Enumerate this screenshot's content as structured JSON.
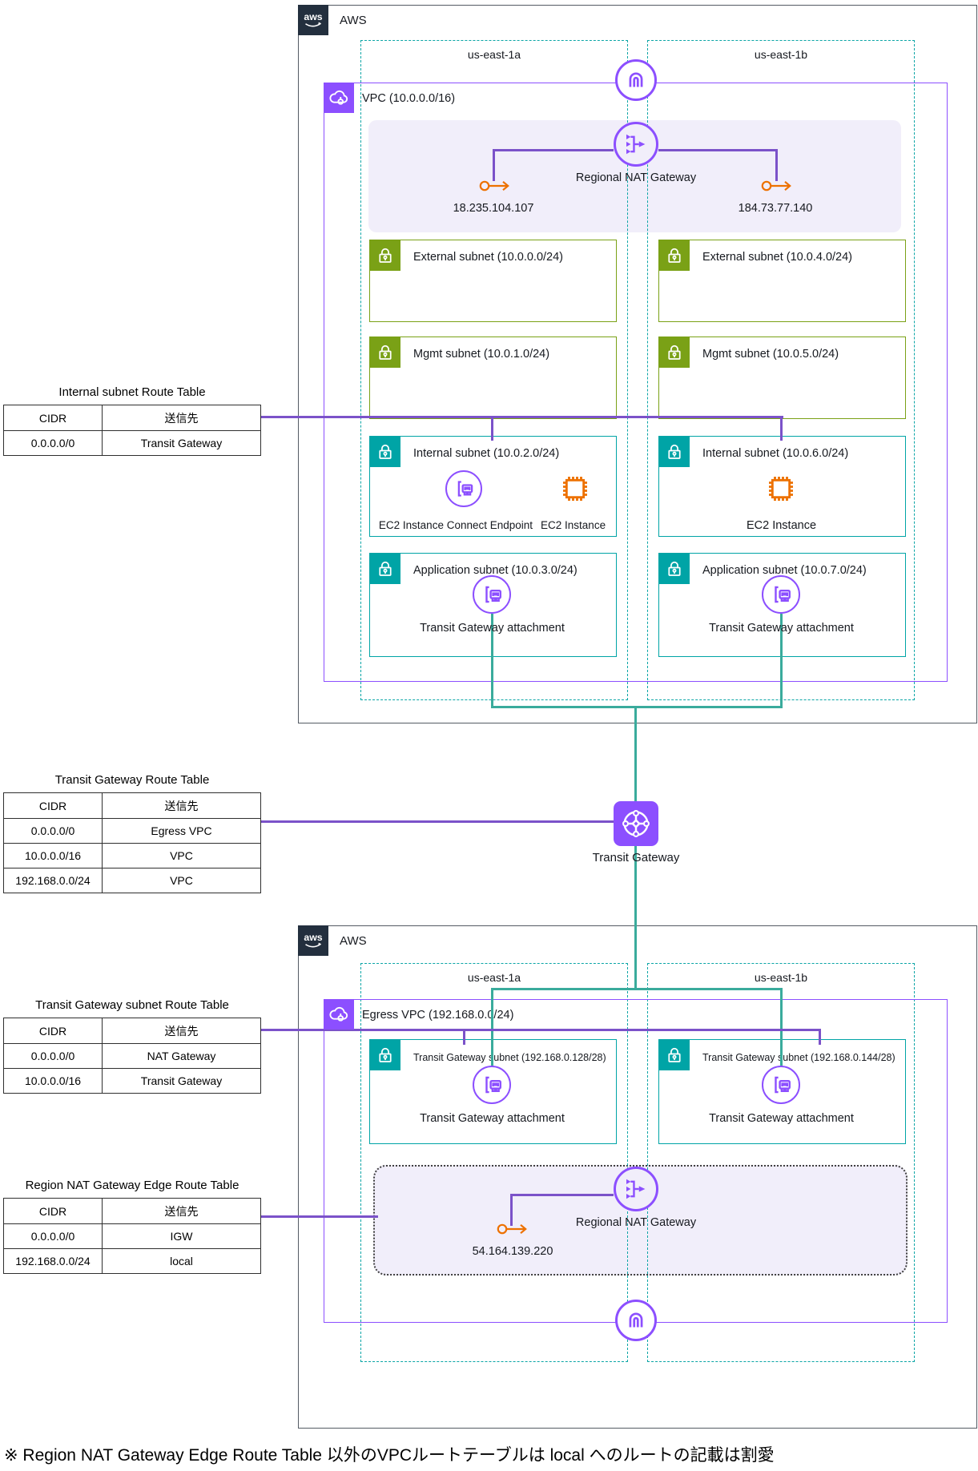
{
  "cols": {
    "cidr": "CIDR",
    "dest": "送信先"
  },
  "route_tables": {
    "internal": {
      "title": "Internal subnet Route Table",
      "rows": [
        {
          "cidr": "0.0.0.0/0",
          "dest": "Transit Gateway"
        }
      ]
    },
    "tgw": {
      "title": "Transit Gateway Route Table",
      "rows": [
        {
          "cidr": "0.0.0.0/0",
          "dest": "Egress VPC"
        },
        {
          "cidr": "10.0.0.0/16",
          "dest": "VPC"
        },
        {
          "cidr": "192.168.0.0/24",
          "dest": "VPC"
        }
      ]
    },
    "tgw_subnet": {
      "title": "Transit Gateway subnet Route Table",
      "rows": [
        {
          "cidr": "0.0.0.0/0",
          "dest": "NAT Gateway"
        },
        {
          "cidr": "10.0.0.0/16",
          "dest": "Transit Gateway"
        }
      ]
    },
    "edge": {
      "title": "Region NAT Gateway Edge Route Table",
      "rows": [
        {
          "cidr": "0.0.0.0/0",
          "dest": "IGW"
        },
        {
          "cidr": "192.168.0.0/24",
          "dest": "local"
        }
      ]
    }
  },
  "top": {
    "provider": "AWS",
    "az_a": "us-east-1a",
    "az_b": "us-east-1b",
    "vpc": "VPC (10.0.0.0/16)",
    "nat_label": "Regional NAT Gateway",
    "eip_a": "18.235.104.107",
    "eip_b": "184.73.77.140",
    "external_a": "External subnet (10.0.0.0/24)",
    "external_b": "External subnet (10.0.4.0/24)",
    "mgmt_a": "Mgmt subnet (10.0.1.0/24)",
    "mgmt_b": "Mgmt subnet (10.0.5.0/24)",
    "internal_a": "Internal subnet (10.0.2.0/24)",
    "internal_b": "Internal subnet (10.0.6.0/24)",
    "app_a": "Application subnet (10.0.3.0/24)",
    "app_b": "Application subnet (10.0.7.0/24)",
    "eice_label": "EC2 Instance Connect Endpoint",
    "ec2_label": "EC2 Instance",
    "attach_label": "Transit Gateway attachment"
  },
  "tgw_label": "Transit Gateway",
  "bottom": {
    "provider": "AWS",
    "az_a": "us-east-1a",
    "az_b": "us-east-1b",
    "vpc": "Egress VPC (192.168.0.0/24)",
    "subnet_a": "Transit Gateway subnet (192.168.0.128/28)",
    "subnet_b": "Transit Gateway subnet (192.168.0.144/28)",
    "attach_label": "Transit Gateway attachment",
    "nat_label": "Regional NAT Gateway",
    "eip": "54.164.139.220"
  },
  "note": "※ Region NAT Gateway Edge Route Table 以外のVPCルートテーブルは local へのルートの記載は割愛",
  "colors": {
    "aws_dark": "#232F3E",
    "purple": "#8C4FFF",
    "purple_line": "#7B52C9",
    "teal": "#00A4A6",
    "teal_line": "#3AAB9C",
    "green": "#7AA116",
    "orange": "#ED7100",
    "lavender": "#F1EEFA"
  }
}
